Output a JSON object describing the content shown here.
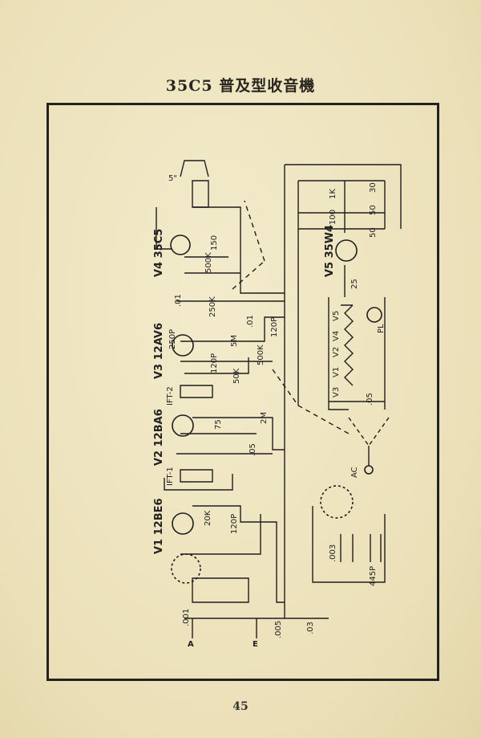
{
  "page": {
    "title": "35C5 普及型收音機",
    "page_number": "45"
  },
  "tubes": {
    "v1": "V1 12BE6",
    "v2": "V2 12BA6",
    "v3": "V3 12AV6",
    "v4": "V4 35C5",
    "v5": "V5 35W4"
  },
  "transformers": {
    "ift1": "IFT-1",
    "ift2": "IFT-2"
  },
  "speaker": {
    "size": "5\""
  },
  "components": {
    "c_250p": "250P",
    "c_120p_v3": "120P",
    "c_120p_det": "120P",
    "c_120p_v1": "120P",
    "c_01_v3": ".01",
    "c_01_v4": ".01",
    "c_05_v2": ".05",
    "c_05_heater": ".05",
    "c_005": ".005",
    "c_03": ".03",
    "c_001": ".001",
    "c_003": ".003",
    "c_445p": "445P",
    "c_50a": "50",
    "c_50b": "50",
    "c_30": "30",
    "r_150": "150",
    "r_500k_v4": "500K",
    "r_250k": "250K",
    "r_5m": "5M",
    "r_500k_vol": "500K",
    "r_50k": "50K",
    "r_75": "75",
    "r_2m": "2M",
    "r_20k": "20K",
    "r_1k": "1K",
    "r_100": "100",
    "r_25": "25"
  },
  "heaters": {
    "v5": "V5",
    "v4": "V4",
    "v2": "V2",
    "v1": "V1",
    "v3": "V3",
    "pl": "PL"
  },
  "terminals": {
    "antenna": "A",
    "earth": "E",
    "ac": "AC"
  }
}
